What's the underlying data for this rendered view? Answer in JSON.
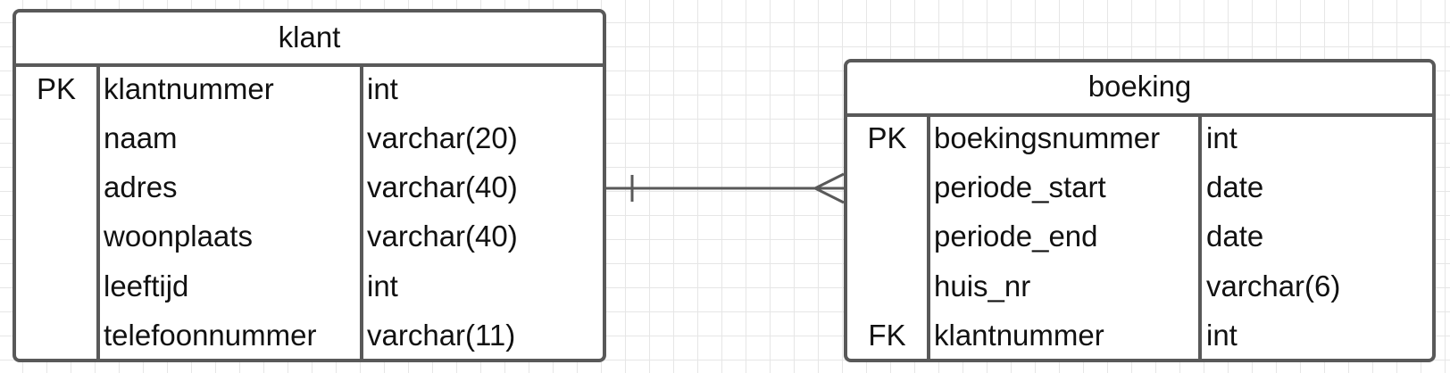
{
  "diagram": {
    "entities": [
      {
        "name": "klant",
        "rows": [
          {
            "key": "PK",
            "field": "klantnummer",
            "type": "int"
          },
          {
            "key": "",
            "field": "naam",
            "type": "varchar(20)"
          },
          {
            "key": "",
            "field": "adres",
            "type": "varchar(40)"
          },
          {
            "key": "",
            "field": "woonplaats",
            "type": "varchar(40)"
          },
          {
            "key": "",
            "field": "leeftijd",
            "type": "int"
          },
          {
            "key": "",
            "field": "telefoonnummer",
            "type": "varchar(11)"
          }
        ]
      },
      {
        "name": "boeking",
        "rows": [
          {
            "key": "PK",
            "field": "boekingsnummer",
            "type": "int"
          },
          {
            "key": "",
            "field": "periode_start",
            "type": "date"
          },
          {
            "key": "",
            "field": "periode_end",
            "type": "date"
          },
          {
            "key": "",
            "field": "huis_nr",
            "type": "varchar(6)"
          },
          {
            "key": "FK",
            "field": "klantnummer",
            "type": "int"
          }
        ]
      }
    ],
    "relationship": {
      "from": "klant",
      "to": "boeking",
      "from_cardinality": "one",
      "to_cardinality": "many"
    },
    "colors": {
      "stroke": "#595959",
      "grid": "#e6e6e6",
      "text": "#111111"
    }
  }
}
